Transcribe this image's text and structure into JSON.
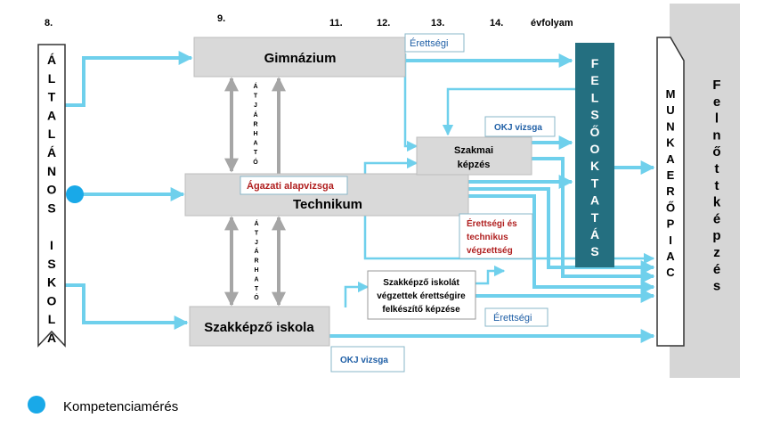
{
  "grades": {
    "g8": "8.",
    "g9": "9.",
    "g11": "11.",
    "g12": "12.",
    "g13": "13.",
    "g14": "14.",
    "label": "évfolyam"
  },
  "left_block": [
    "Á",
    "L",
    "T",
    "A",
    "L",
    "Á",
    "N",
    "O",
    "S",
    "",
    "I",
    "S",
    "K",
    "O",
    "L",
    "A"
  ],
  "boxes": {
    "gimnazium": "Gimnázium",
    "technikum": "Technikum",
    "szakkepzo_iskola": "Szakképző iskola",
    "szakmai_kepzes_1": "Szakmai",
    "szakmai_kepzes_2": "képzés",
    "szakkepzo_eretts_1": "Szakképző iskolát",
    "szakkepzo_eretts_2": "végzettek érettségire",
    "szakkepzo_eretts_3": "felkészítő képzése"
  },
  "atjarhato_top": [
    "Á",
    "T",
    "J",
    "Á",
    "R",
    "H",
    "A",
    "T",
    "Ó"
  ],
  "atjarhato_bottom": [
    "Á",
    "T",
    "J",
    "Á",
    "R",
    "H",
    "A",
    "T",
    "Ó"
  ],
  "labels": {
    "erettsegi_top": "Érettségi",
    "okj_top": "OKJ vizsga",
    "agazati": "Ágazati alapvizsga",
    "eretts_tech_1": "Érettségi és",
    "eretts_tech_2": "technikus",
    "eretts_tech_3": "végzettség",
    "erettsegi_bottom": "Érettségi",
    "okj_bottom": "OKJ vizsga"
  },
  "felsooktatas": [
    "F",
    "E",
    "L",
    "S",
    "Ő",
    "O",
    "K",
    "T",
    "A",
    "T",
    "Á",
    "S"
  ],
  "munkaeropiac": [
    "M",
    "U",
    "N",
    "K",
    "A",
    "E",
    "R",
    "Ő",
    "P",
    "I",
    "A",
    "C"
  ],
  "felnottkepzes": [
    "F",
    "e",
    "l",
    "n",
    "ő",
    "t",
    "t",
    "k",
    "é",
    "p",
    "z",
    "é",
    "s"
  ],
  "legend": {
    "label": "Kompetenciamérés"
  },
  "colors": {
    "arrow": "#6fd0ec",
    "box_fill": "#d9d9d9",
    "teal": "#246f80",
    "grey_panel": "#d6d6d6",
    "dot": "#19a9e8",
    "red_text": "#b01f1f",
    "blue_text": "#1f5fa6"
  }
}
